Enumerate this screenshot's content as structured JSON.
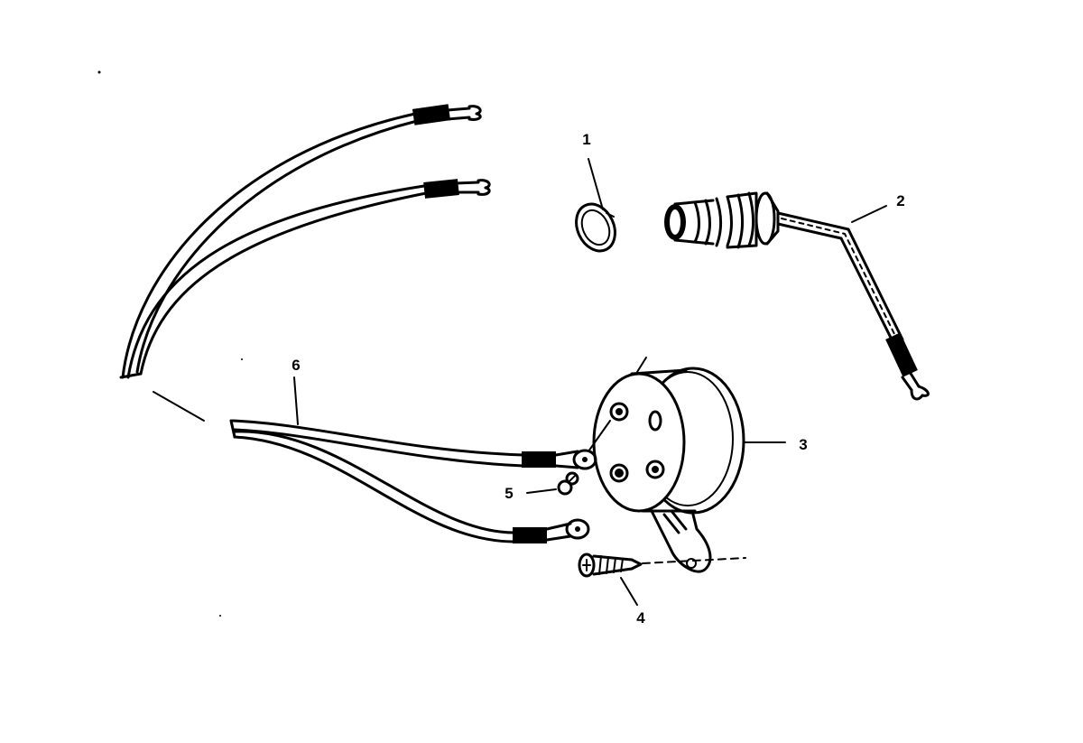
{
  "diagram": {
    "callouts": [
      {
        "id": "1",
        "label": "1"
      },
      {
        "id": "2",
        "label": "2"
      },
      {
        "id": "3",
        "label": "3"
      },
      {
        "id": "4",
        "label": "4"
      },
      {
        "id": "5",
        "label": "5"
      },
      {
        "id": "6",
        "label": "6"
      }
    ]
  },
  "colors": {
    "ink": "#000000",
    "paper": "#ffffff"
  }
}
